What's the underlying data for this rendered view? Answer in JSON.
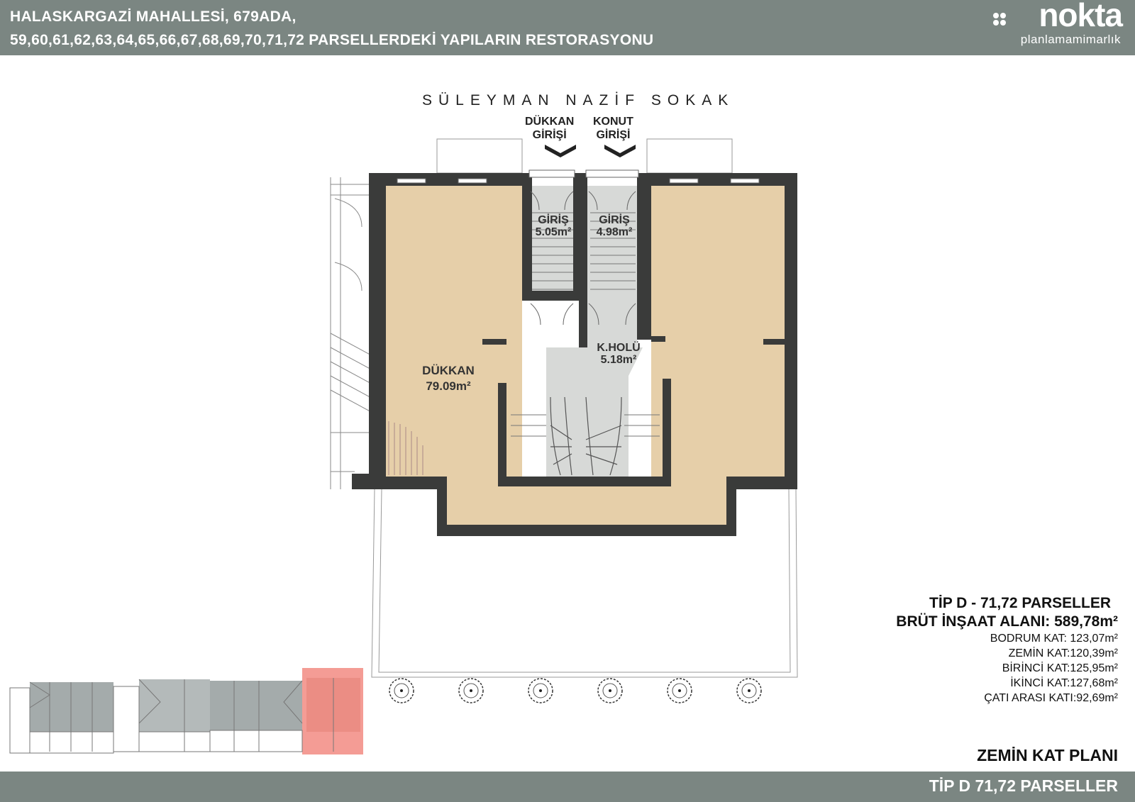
{
  "header": {
    "title_line1": "HALASKARGAZİ MAHALLESİ, 679ADA,",
    "title_line2": "59,60,61,62,63,64,65,66,67,68,69,70,71,72 PARSELLERDEKİ YAPILARIN RESTORASYONU",
    "logo_word": "nokta",
    "logo_sub": "planlamamimarlık"
  },
  "plan": {
    "street": "SÜLEYMAN NAZİF SOKAK",
    "shop_entry": "DÜKKAN\nGİRİŞİ",
    "residence_entry": "KONUT\nGİRİŞİ",
    "rooms": [
      {
        "name": "GİRİŞ",
        "area": "5.05m²"
      },
      {
        "name": "GİRİŞ",
        "area": "4.98m²"
      },
      {
        "name": "K.HOLÜ",
        "area": "5.18m²"
      },
      {
        "name": "DÜKKAN",
        "area": "79.09m²"
      }
    ],
    "colors": {
      "room_fill": "#e6cfa9",
      "hall_fill": "#d7d9d7",
      "wall": "#3a3b3a",
      "highlight": "#f28b82"
    }
  },
  "info": {
    "type_label": "TİP D - 71,72 PARSELLER",
    "gross_area": "BRÜT İNŞAAT ALANI: 589,78m²",
    "floors": [
      "BODRUM KAT: 123,07m²",
      "ZEMİN KAT:120,39m²",
      "BİRİNCİ KAT:125,95m²",
      "İKİNCİ KAT:127,68m²",
      "ÇATI ARASI KATI:92,69m²"
    ]
  },
  "plan_title": "ZEMİN KAT PLANI",
  "footer": {
    "text": "TİP D 71,72 PARSELLER"
  }
}
